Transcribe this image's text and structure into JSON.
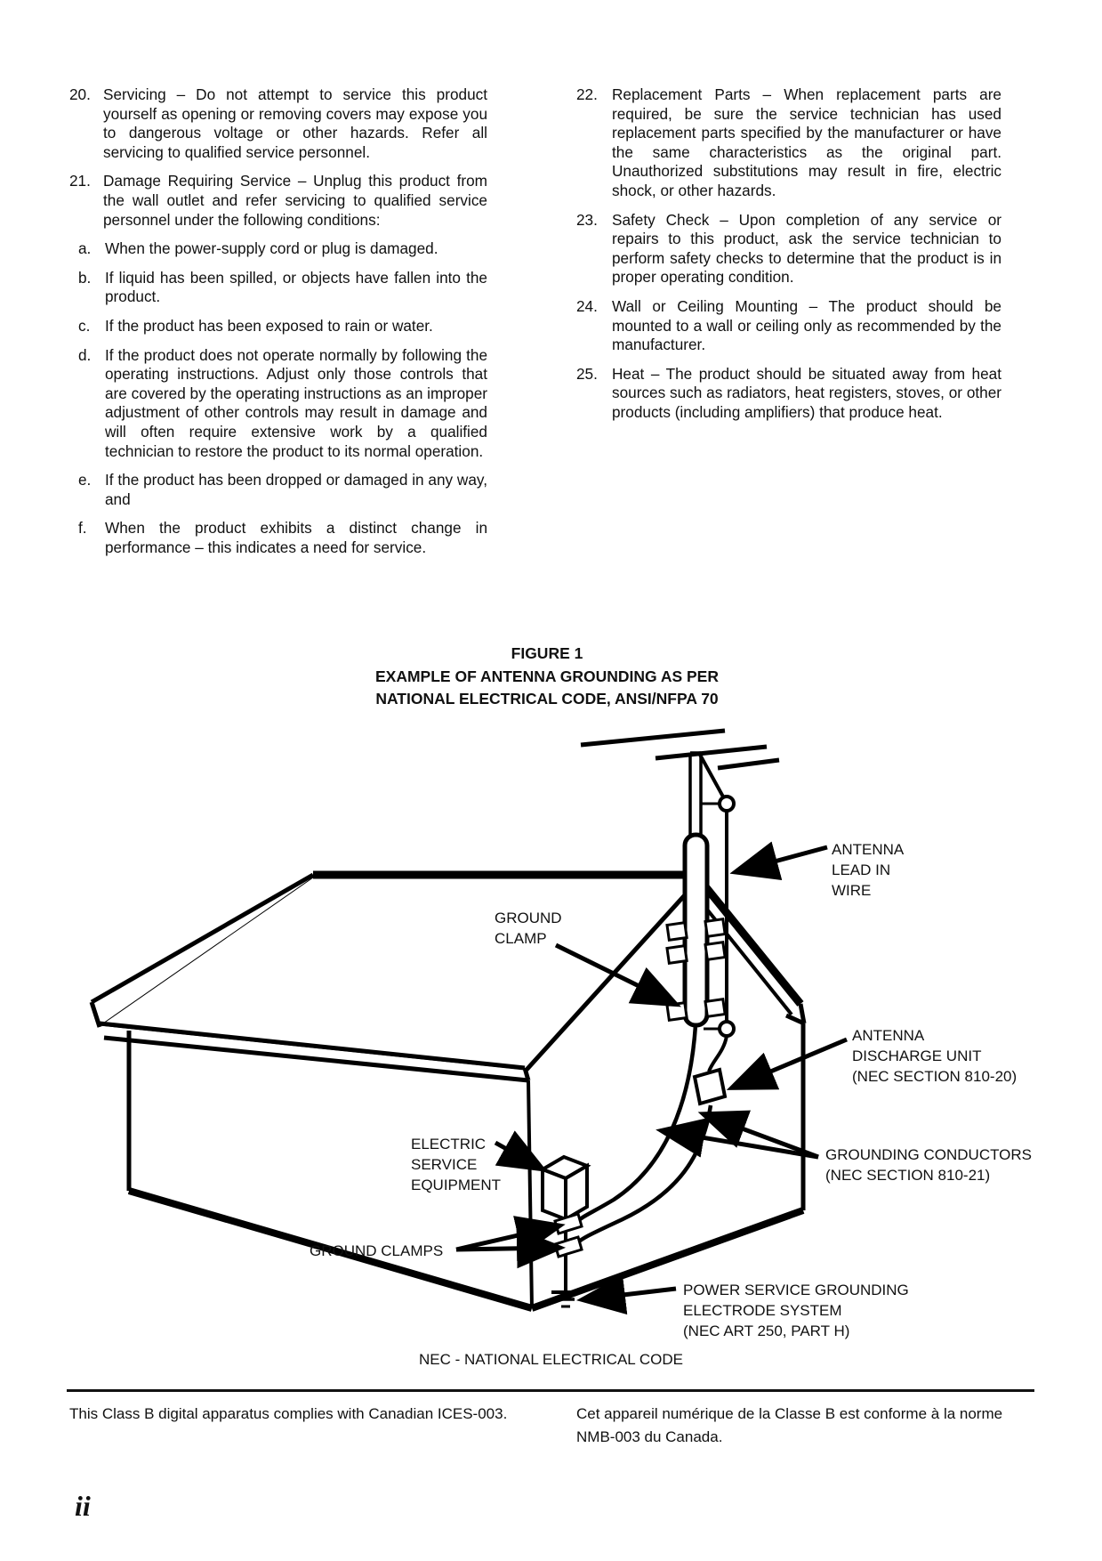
{
  "instructions": {
    "left": [
      {
        "num": "20.",
        "text": "Servicing – Do not attempt to service this product yourself as opening or removing covers may expose you to dangerous voltage or other hazards. Refer all servicing to qualified service personnel."
      },
      {
        "num": "21.",
        "text": "Damage Requiring Service – Unplug this product from the wall outlet and refer servicing to qualified service personnel under the following conditions:"
      },
      {
        "num": "a.",
        "text": "When the power-supply cord or plug is damaged."
      },
      {
        "num": "b.",
        "text": "If liquid has been spilled, or objects have fallen into the product."
      },
      {
        "num": "c.",
        "text": "If the product has been exposed to rain or water."
      },
      {
        "num": "d.",
        "text": "If the product does not operate normally by following the operating instructions. Adjust only those controls that are covered by the operating instructions as an improper adjustment of other controls may result in damage and will often require extensive work by a qualified technician to restore the product to its normal operation."
      },
      {
        "num": "e.",
        "text": "If the product has been dropped or damaged in any way, and"
      },
      {
        "num": "f.",
        "text": "When the product exhibits a distinct change in performance – this indicates a need for service."
      }
    ],
    "right": [
      {
        "num": "22.",
        "text": "Replacement Parts – When replacement parts are required, be sure the service technician has used replacement parts specified by the manufacturer or have the same characteristics as the original part. Unauthorized substitutions may result in fire, electric shock, or other hazards."
      },
      {
        "num": "23.",
        "text": "Safety Check – Upon completion of any service or repairs to this product, ask the service technician to perform safety checks to determine that the product is in proper operating condition."
      },
      {
        "num": "24.",
        "text": "Wall or Ceiling Mounting – The product should be mounted to a wall or ceiling only as recommended by the manufacturer."
      },
      {
        "num": "25.",
        "text": "Heat – The product should be situated away from heat sources such as radiators, heat registers, stoves, or other products (including amplifiers) that produce heat."
      }
    ]
  },
  "figure": {
    "caption": [
      "FIGURE 1",
      "EXAMPLE OF ANTENNA GROUNDING AS PER",
      "NATIONAL ELECTRICAL CODE, ANSI/NFPA 70"
    ],
    "labels": {
      "lead_in": [
        "ANTENNA",
        "LEAD IN",
        "WIRE"
      ],
      "ground_clamp": [
        "GROUND",
        "CLAMP"
      ],
      "discharge": [
        "ANTENNA",
        "DISCHARGE UNIT",
        "(NEC SECTION 810-20)"
      ],
      "electric": [
        "ELECTRIC",
        "SERVICE",
        "EQUIPMENT"
      ],
      "conductors": [
        "GROUNDING CONDUCTORS",
        "(NEC SECTION 810-21)"
      ],
      "ground_clamps": "GROUND CLAMPS",
      "power": [
        "POWER SERVICE GROUNDING",
        "ELECTRODE SYSTEM",
        "(NEC ART 250, PART H)"
      ]
    },
    "note": "NEC - NATIONAL ELECTRICAL CODE"
  },
  "footer": {
    "left": "This Class B digital apparatus complies with Canadian ICES-003.",
    "right_line1": "Cet appareil numérique de la Classe B est conforme à la norme",
    "right_line2": "NMB-003 du Canada.",
    "page_number": "ii"
  }
}
